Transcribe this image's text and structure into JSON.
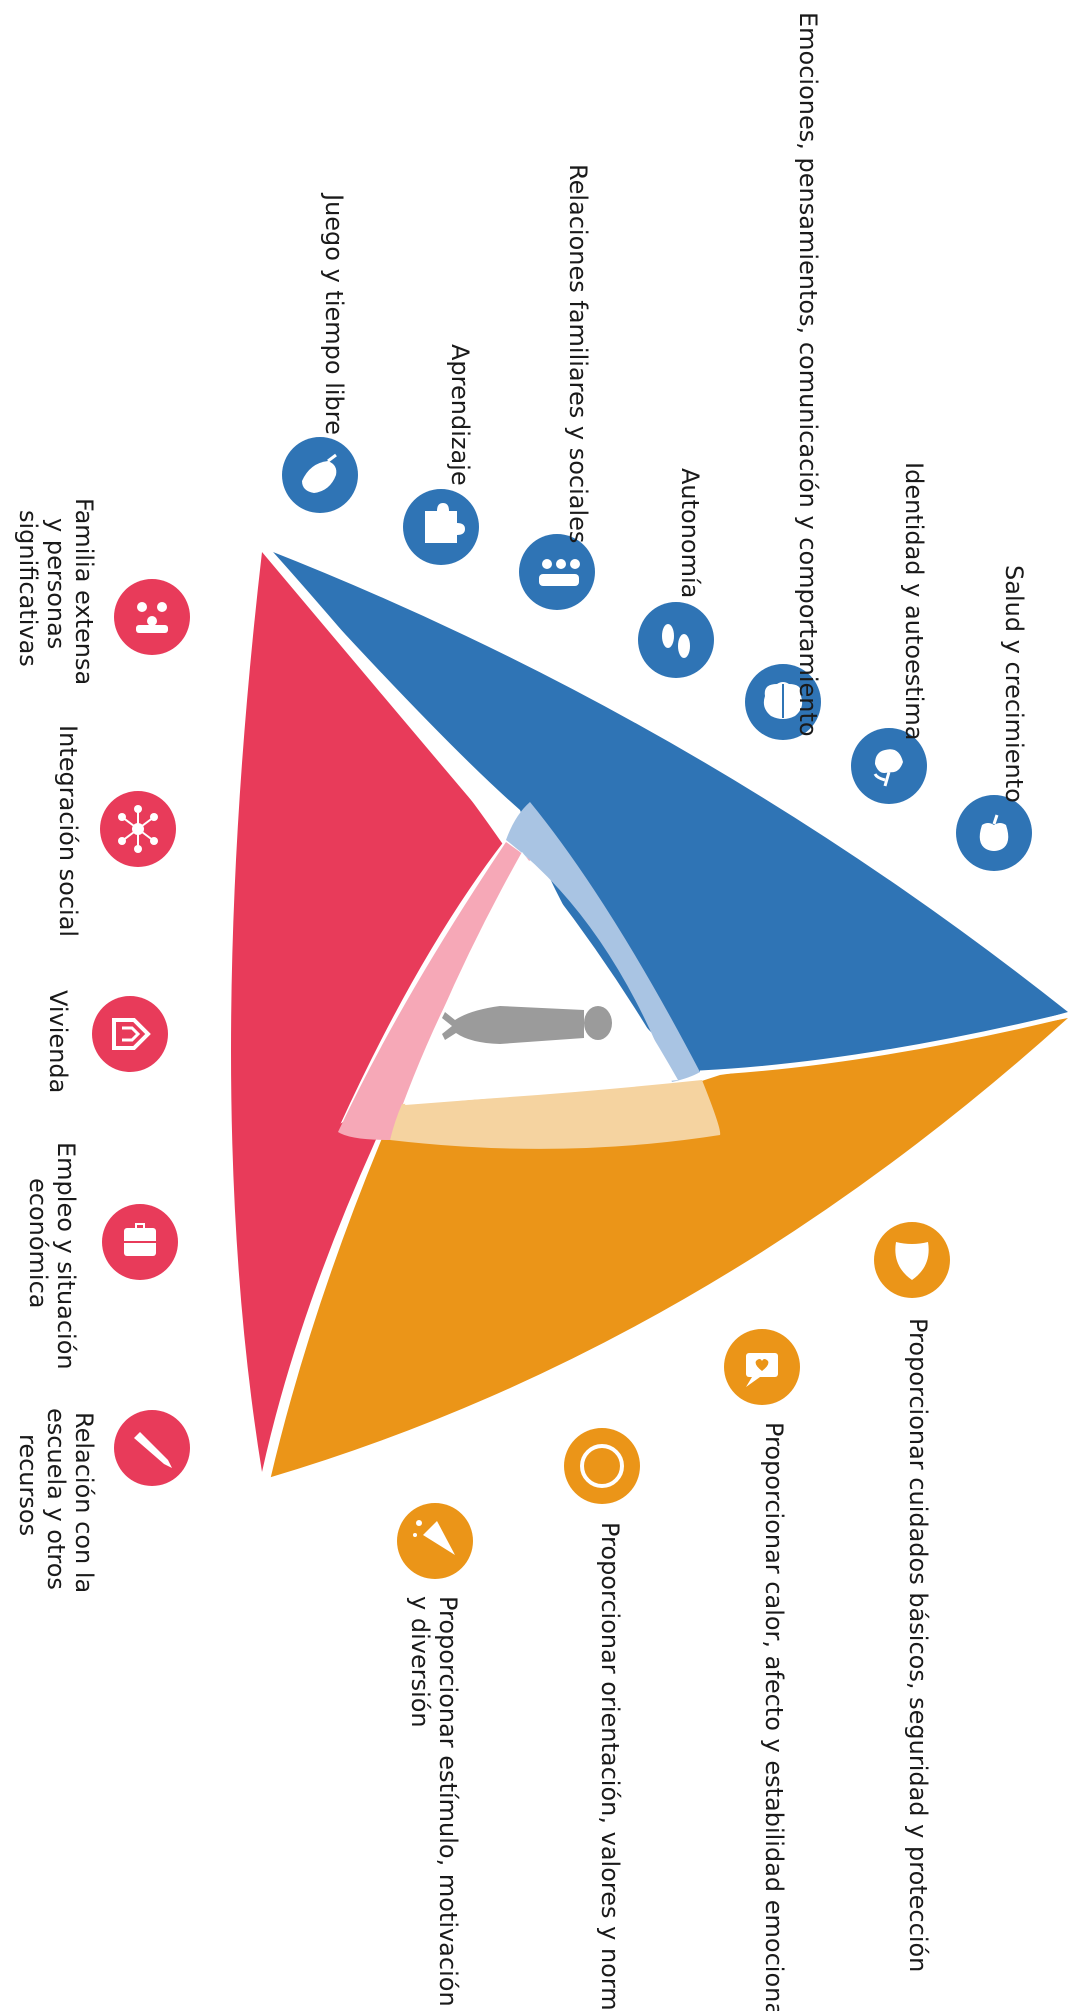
{
  "colors": {
    "blue": "#2f74b5",
    "red": "#e83b5a",
    "orange": "#eb9518",
    "figure": "#9b9b9b",
    "overlap_blue": "#a9c4e3",
    "overlap_red": "#f6a8b7",
    "overlap_orange": "#f5d3a0"
  },
  "blue_side": [
    {
      "label": "Salud y crecimiento",
      "icon": "apple-icon"
    },
    {
      "label": "Identidad y autoestima",
      "icon": "flower-icon"
    },
    {
      "label": "Emociones, pensamientos, comunicación y comportamiento",
      "icon": "brain-icon"
    },
    {
      "label": "Autonomía",
      "icon": "footprints-icon"
    },
    {
      "label": "Relaciones familiares y sociales",
      "icon": "group-icon"
    },
    {
      "label": "Aprendizaje",
      "icon": "puzzle-icon"
    },
    {
      "label": "Juego y tiempo libre",
      "icon": "toy-icon"
    }
  ],
  "red_side": [
    {
      "label_lines": [
        "Familia extensa",
        "y personas",
        "significativas"
      ],
      "icon": "family-icon"
    },
    {
      "label_lines": [
        "Integración social"
      ],
      "icon": "network-icon"
    },
    {
      "label_lines": [
        "Vivienda"
      ],
      "icon": "house-icon"
    },
    {
      "label_lines": [
        "Empleo y situación",
        "económica"
      ],
      "icon": "briefcase-icon"
    },
    {
      "label_lines": [
        "Relación con la",
        "escuela y otros",
        "recursos"
      ],
      "icon": "pencil-icon"
    }
  ],
  "orange_side": [
    {
      "label_lines": [
        "Proporcionar cuidados básicos, seguridad y protección"
      ],
      "icon": "shield-icon"
    },
    {
      "label_lines": [
        "Proporcionar calor, afecto y estabilidad emocional"
      ],
      "icon": "heart-bubble-icon"
    },
    {
      "label_lines": [
        "Proporcionar orientación, valores y normas"
      ],
      "icon": "compass-icon"
    },
    {
      "label_lines": [
        "Proporcionar estímulo, motivación",
        "y diversión"
      ],
      "icon": "party-icon"
    }
  ],
  "center": {
    "icon": "child-figure-icon"
  }
}
